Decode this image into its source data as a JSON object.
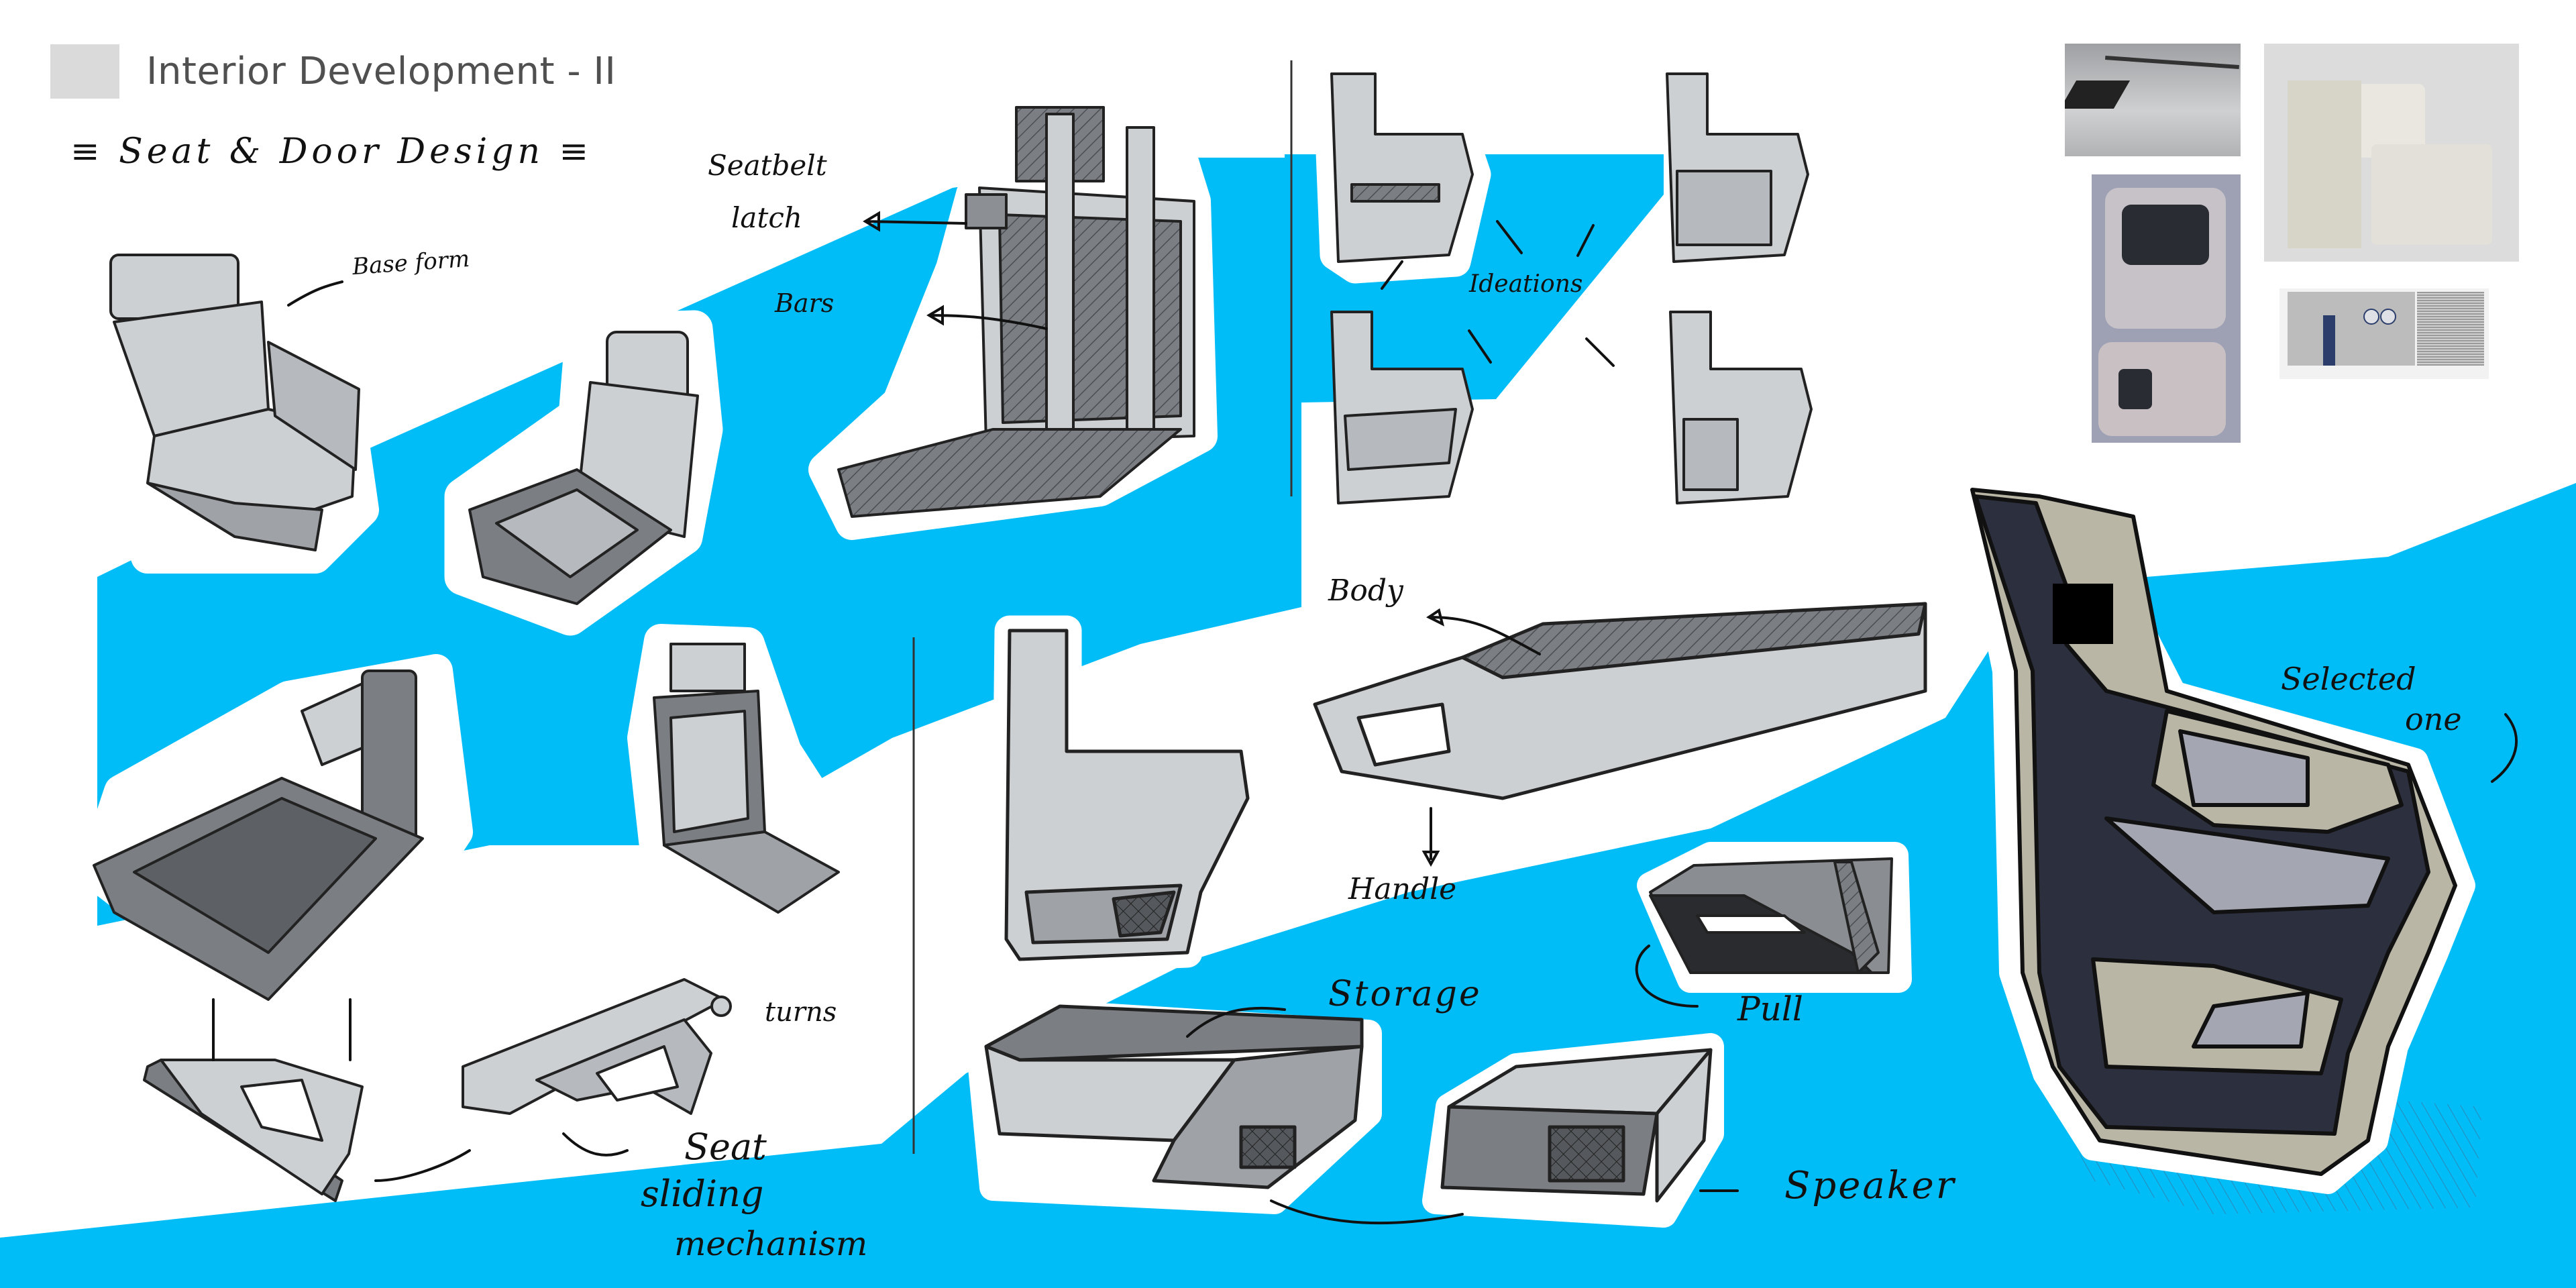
{
  "board": {
    "title": "Interior Development - II",
    "subtitle": "≡ Seat & Door Design ≡",
    "colors": {
      "accent_blue": "#00bdf7",
      "sketch_grey": "#cdd0d3",
      "sketch_dark": "#7b7e83",
      "ink": "#111111",
      "door_navy": "#2c2f3d",
      "door_beige": "#b9b6a6",
      "title_grey": "#505050",
      "title_swatch": "#dadada"
    }
  },
  "annotations": {
    "base_form": "Base form",
    "seatbelt": "Seatbelt",
    "latch": "latch",
    "bars": "Bars",
    "ideations": "Ideations",
    "body": "Body",
    "handle": "Handle",
    "pull": "Pull",
    "storage": "Storage",
    "speaker": "Speaker",
    "selected": "Selected",
    "one": "one",
    "turns": "turns",
    "seat": "Seat",
    "sliding": "sliding",
    "mechanism": "mechanism"
  },
  "sketches": {
    "seats": [
      "base-form-seat",
      "seat-variant-2",
      "seatbelt-seat",
      "seat-rail-view",
      "seat-variant-4"
    ],
    "door_ideations": [
      "ideation-1",
      "ideation-2",
      "ideation-3",
      "ideation-4"
    ],
    "components": [
      "door-panel-sketch",
      "armrest-body",
      "pull-handle",
      "storage-bin",
      "speaker-pod",
      "sliding-rail-1",
      "sliding-rail-2"
    ],
    "final": "selected-door-panel"
  },
  "references": [
    "ref-door-handle",
    "ref-lounge-chair",
    "ref-storage-tray",
    "ref-speaker-box"
  ]
}
